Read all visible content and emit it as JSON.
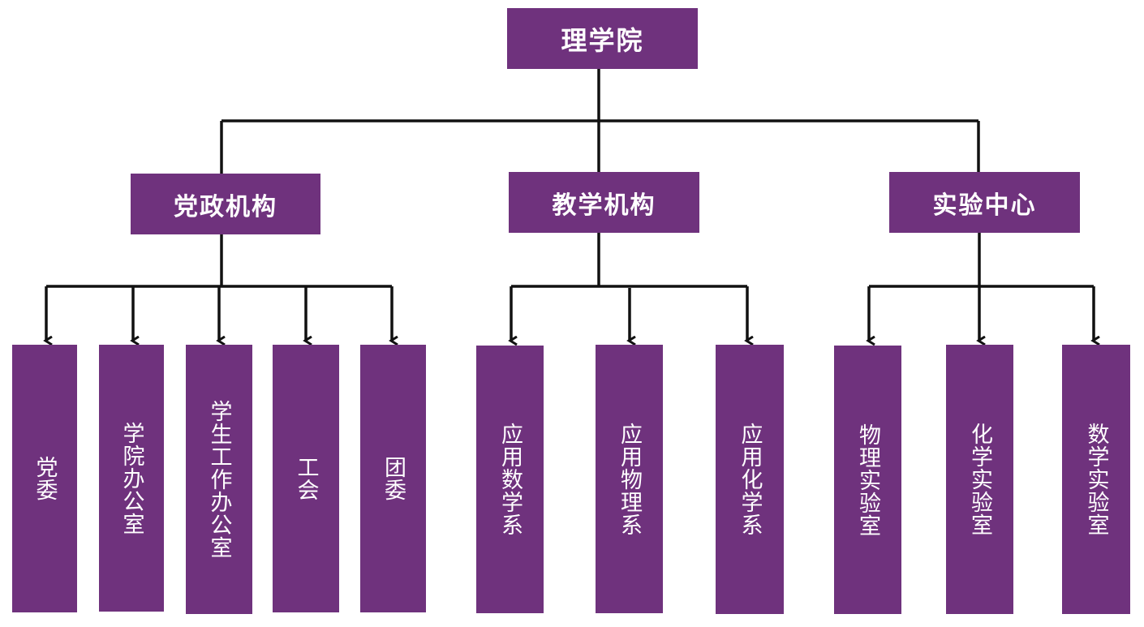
{
  "diagram": {
    "type": "org-chart",
    "colors": {
      "box_fill": "#6f327d",
      "box_text": "#ffffff",
      "connector": "#111111"
    },
    "root": {
      "label": "理学院"
    },
    "groups": [
      {
        "label": "党政机构",
        "children": [
          "党委",
          "学院办公室",
          "学生工作办公室",
          "工会",
          "团委"
        ]
      },
      {
        "label": "教学机构",
        "children": [
          "应用数学系",
          "应用物理系",
          "应用化学系"
        ]
      },
      {
        "label": "实验中心",
        "children": [
          "物理实验室",
          "化学实验室",
          "数学实验室"
        ]
      }
    ]
  }
}
